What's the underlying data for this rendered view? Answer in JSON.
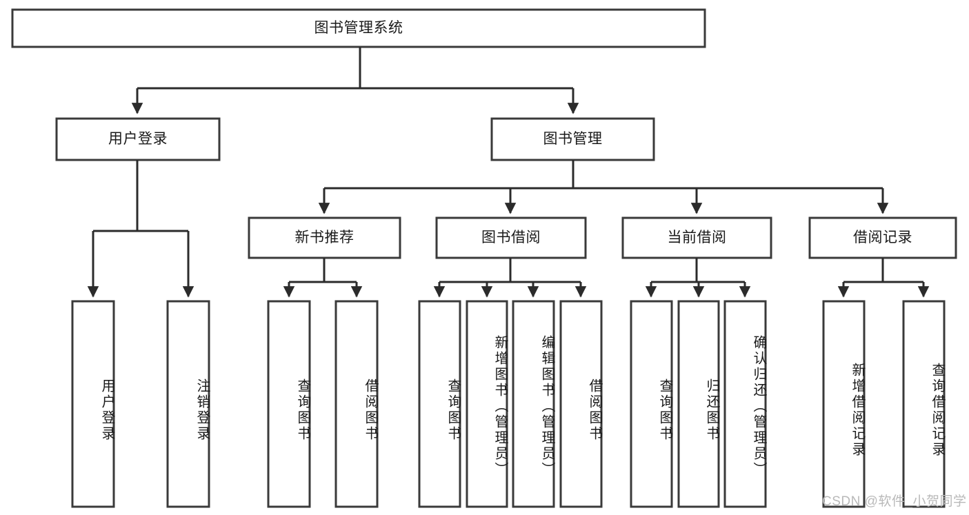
{
  "diagram": {
    "type": "tree-hierarchy",
    "title": "图书管理系统",
    "watermark": "CSDN @软件_小贺同学",
    "colors": {
      "box_stroke": "#3a3a3a",
      "connector": "#2b2b2b",
      "background": "#ffffff",
      "text": "#1a1a1a",
      "watermark": "#b9b9b9"
    },
    "root": {
      "label": "图书管理系统"
    },
    "level2": [
      {
        "label": "用户登录"
      },
      {
        "label": "图书管理"
      }
    ],
    "level3": [
      {
        "label": "新书推荐"
      },
      {
        "label": "图书借阅"
      },
      {
        "label": "当前借阅"
      },
      {
        "label": "借阅记录"
      }
    ],
    "leaves": {
      "user_login": [
        {
          "label": "用户登录"
        },
        {
          "label": "注销登录"
        }
      ],
      "new_book_recommend": [
        {
          "label": "查询图书"
        },
        {
          "label": "借阅图书"
        }
      ],
      "book_borrow": [
        {
          "label": "查询图书"
        },
        {
          "label": "新增图书（管理员）"
        },
        {
          "label": "编辑图书（管理员）"
        },
        {
          "label": "借阅图书"
        }
      ],
      "current_borrow": [
        {
          "label": "查询图书"
        },
        {
          "label": "归还图书"
        },
        {
          "label": "确认归还（管理员）"
        }
      ],
      "borrow_record": [
        {
          "label": "新增借阅记录"
        },
        {
          "label": "查询借阅记录"
        }
      ]
    }
  }
}
